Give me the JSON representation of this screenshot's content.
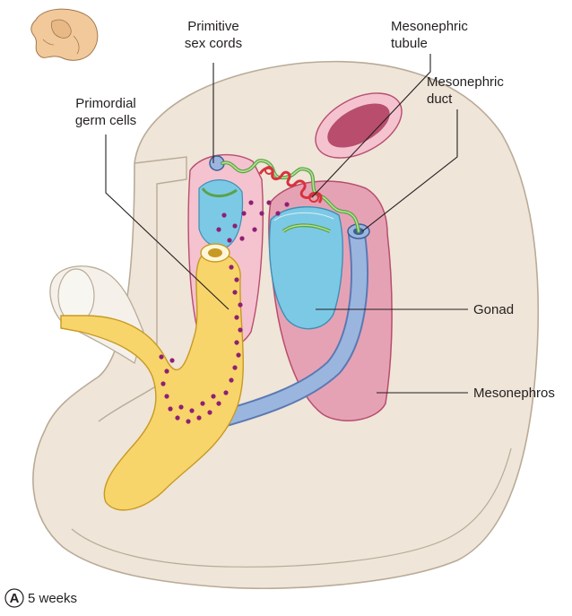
{
  "labels": {
    "primitive_sex_cords": [
      "Primitive",
      "sex cords"
    ],
    "primordial_germ_cells": [
      "Primordial",
      "germ cells"
    ],
    "mesonephric_tubule": [
      "Mesonephric",
      "tubule"
    ],
    "mesonephric_duct": [
      "Mesonephric",
      "duct"
    ],
    "gonad": "Gonad",
    "mesonephros": "Mesonephros"
  },
  "panel": {
    "letter": "A",
    "caption": "5 weeks"
  },
  "colors": {
    "body_wall": "#efe5d8",
    "body_outline": "#b9ab98",
    "gonad_blue": "#7cc9e6",
    "mesonephros_pink": "#e6a2b5",
    "duct_blue": "#9bb6de",
    "gut_yellow": "#f7d56a",
    "germ_cell_dots": "#8e1f74",
    "tubule_green": "#8ccf63",
    "tubule_red": "#d8323d",
    "aorta": "#b84d6d"
  }
}
